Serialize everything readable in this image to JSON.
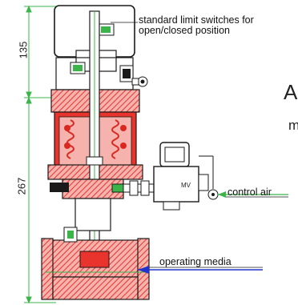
{
  "annotations": {
    "limit_switch_line1": "standard limit switches for",
    "limit_switch_line2": "open/closed position",
    "control_air": "control air",
    "operating_media": "operating media",
    "solenoid_tag": "MV",
    "cut_off_big": "A",
    "cut_off_small": "m"
  },
  "dimensions": {
    "upper": "135",
    "lower": "267"
  },
  "colors": {
    "body_red": "#e8342c",
    "hatch_red": "#f28a84",
    "outline": "#1a1a1a",
    "dimension_green": "#3bb54a",
    "control_air_arrow": "#3bb54a",
    "media_arrow": "#2233cc",
    "spring_red": "#d8281f"
  }
}
